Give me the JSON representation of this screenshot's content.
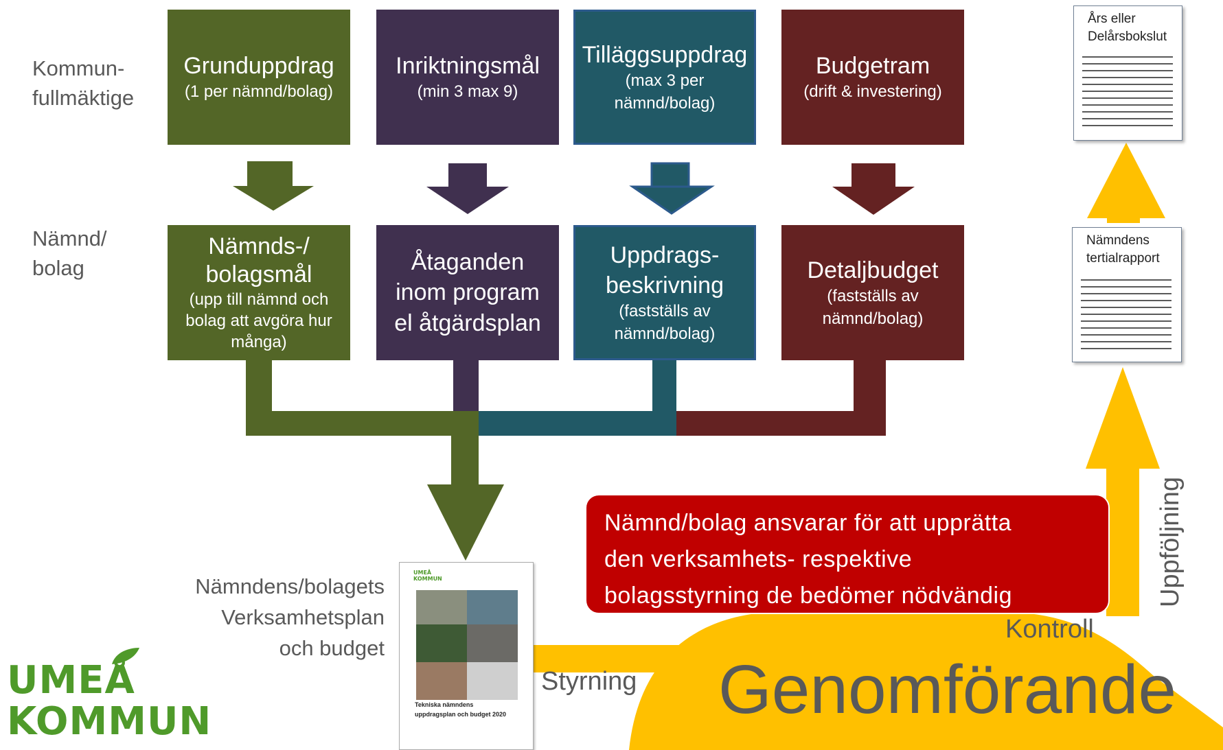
{
  "row_labels": {
    "council": "Kommun-\nfullmäktige",
    "board": "Nämnd/\nbolag"
  },
  "top_boxes": [
    {
      "title": "Grunduppdrag",
      "sub": "(1 per nämnd/bolag)"
    },
    {
      "title": "Inriktningsmål",
      "sub": "(min 3 max 9)"
    },
    {
      "title": "Tilläggsuppdrag",
      "sub": "(max 3 per\nnämnd/bolag)"
    },
    {
      "title": "Budgetram",
      "sub": "(drift & investering)"
    }
  ],
  "bottom_boxes": [
    {
      "title": "Nämnds-/\nbolagsmål",
      "sub": "(upp till nämnd och\nbolag att avgöra hur\nmånga)"
    },
    {
      "title": "Åtaganden\ninom program\nel åtgärdsplan",
      "sub": ""
    },
    {
      "title": "Uppdrags-\nbeskrivning",
      "sub": "(fastställs av\nnämnd/bolag)"
    },
    {
      "title": "Detaljbudget",
      "sub": "(fastställs av\nnämnd/bolag)"
    }
  ],
  "plan_label": "Nämndens/bolagets\nVerksamhetsplan\noch budget",
  "plan_document": {
    "logo_line1": "UMEÅ",
    "logo_line2": "KOMMUN",
    "title_line1": "Tekniska nämndens",
    "title_line2": "uppdragsplan och budget 2020"
  },
  "red_box": "Nämnd/bolag ansvarar för att upprätta\nden verksamhets- respektive\nbolagsstyrning de bedömer nödvändig",
  "labels": {
    "styrning": "Styrning",
    "kontroll": "Kontroll",
    "genomforande": "Genomförande",
    "uppfoljning": "Uppföljning"
  },
  "reports": {
    "top": "Års eller\nDelårsbokslut",
    "middle": "Nämndens\ntertialrapport"
  },
  "logo": {
    "line1": "UMEÅ",
    "line2": "KOMMUN"
  },
  "colors": {
    "green": "#536627",
    "purple": "#40304f",
    "teal": "#215966",
    "maroon": "#642222",
    "red": "#c00000",
    "yellow": "#ffc000",
    "logo_green": "#4f9a2a"
  }
}
